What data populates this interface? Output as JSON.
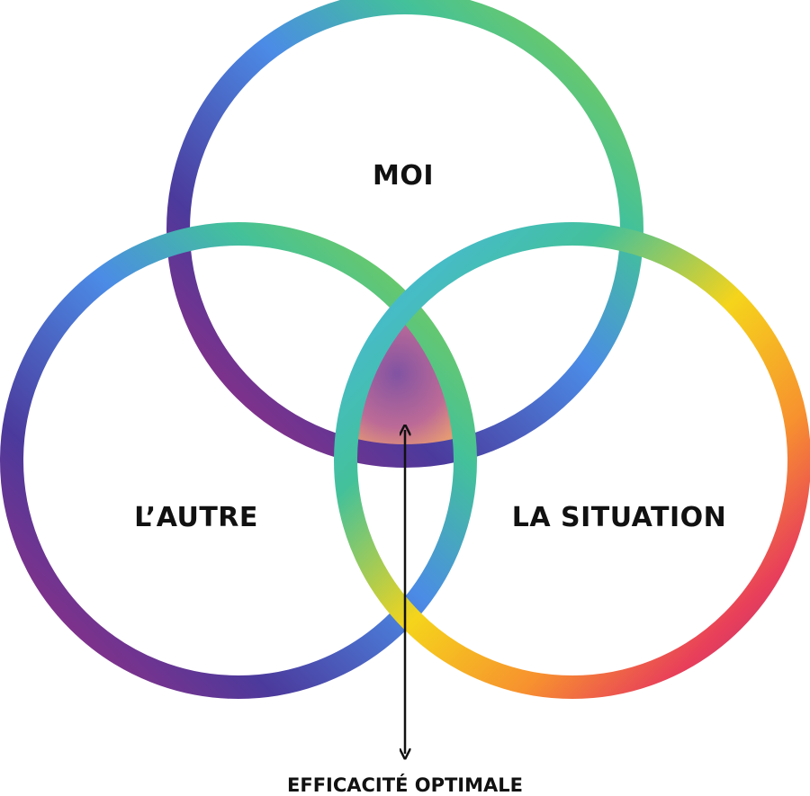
{
  "diagram": {
    "type": "venn",
    "circles": [
      {
        "id": "moi",
        "label": "MOI"
      },
      {
        "id": "autre",
        "label": "L’AUTRE"
      },
      {
        "id": "situation",
        "label": "LA SITUATION"
      }
    ],
    "intersection_label": "EFFICACITÉ OPTIMALE"
  },
  "colors": {
    "blue": "#4b8be6",
    "sky": "#49b6f0",
    "teal": "#43c19a",
    "green": "#8ccf3f",
    "yellow": "#f5d41b",
    "orange": "#f7912f",
    "red": "#e83f5a",
    "magenta": "#a92b7d",
    "purple": "#4b3a9c",
    "text": "#111111"
  }
}
